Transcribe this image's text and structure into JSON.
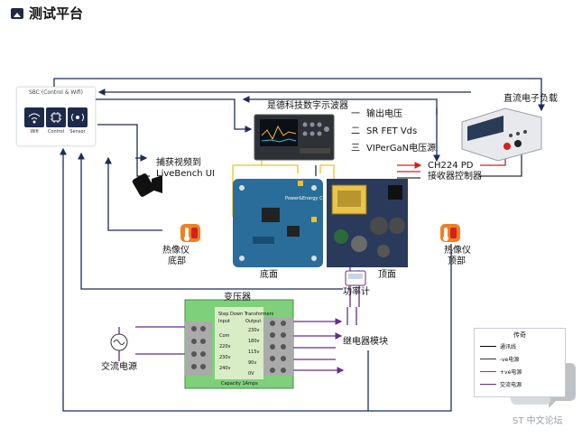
{
  "title": "测试平台",
  "sbc": {
    "label": "SBC (Control & Wifi)",
    "items": [
      "Wifi",
      "Control",
      "Sensor"
    ]
  },
  "oscilloscope": {
    "label": "是德科技数字示波器"
  },
  "dc_load": {
    "label": "直流电子负载"
  },
  "channels": [
    {
      "key": "一",
      "label": "输出电压"
    },
    {
      "key": "二",
      "label": "SR FET Vds"
    },
    {
      "key": "三",
      "label": "VIPerGaN电压源"
    }
  ],
  "pd_controller": {
    "line1": "CH224 PD",
    "line2": "接收器控制器"
  },
  "video": {
    "line1": "捕获视频到",
    "line2": "LiveBench UI"
  },
  "thermal_bottom": {
    "line1": "热像仪",
    "line2": "底部"
  },
  "thermal_top": {
    "line1": "热像仪",
    "line2": "顶部"
  },
  "bottom_label": "底面",
  "top_label": "顶面",
  "board_text": "Power&Energy CC",
  "pm_label": "功率计",
  "transformer": {
    "title": "变压器",
    "plate_title": "Step Down Transformers",
    "input_col": "Input",
    "output_col": "Output",
    "inputs": [
      "Com",
      "220v",
      "230v",
      "240v"
    ],
    "outputs": [
      "230v",
      "180v",
      "115v",
      "90v",
      "0V"
    ],
    "capacity": "Capacity 1Amps"
  },
  "relay_label": "继电器模块",
  "ac_label": "交流电源",
  "legend": {
    "title": "传奇",
    "rows": [
      {
        "label": "通讯线",
        "color": "#000000"
      },
      {
        "label": "-ve电源",
        "color": "#333333"
      },
      {
        "label": "+ve电源",
        "color": "#d42020"
      },
      {
        "label": "交流电源",
        "color": "#6a2b8a"
      }
    ]
  },
  "watermark": "ST 中文论坛",
  "colors": {
    "navy": "#1c2c5a",
    "purple": "#6a2b8a",
    "red": "#d42020",
    "yellow": "#f0c020",
    "green_pcb": "#2a7a4a"
  }
}
